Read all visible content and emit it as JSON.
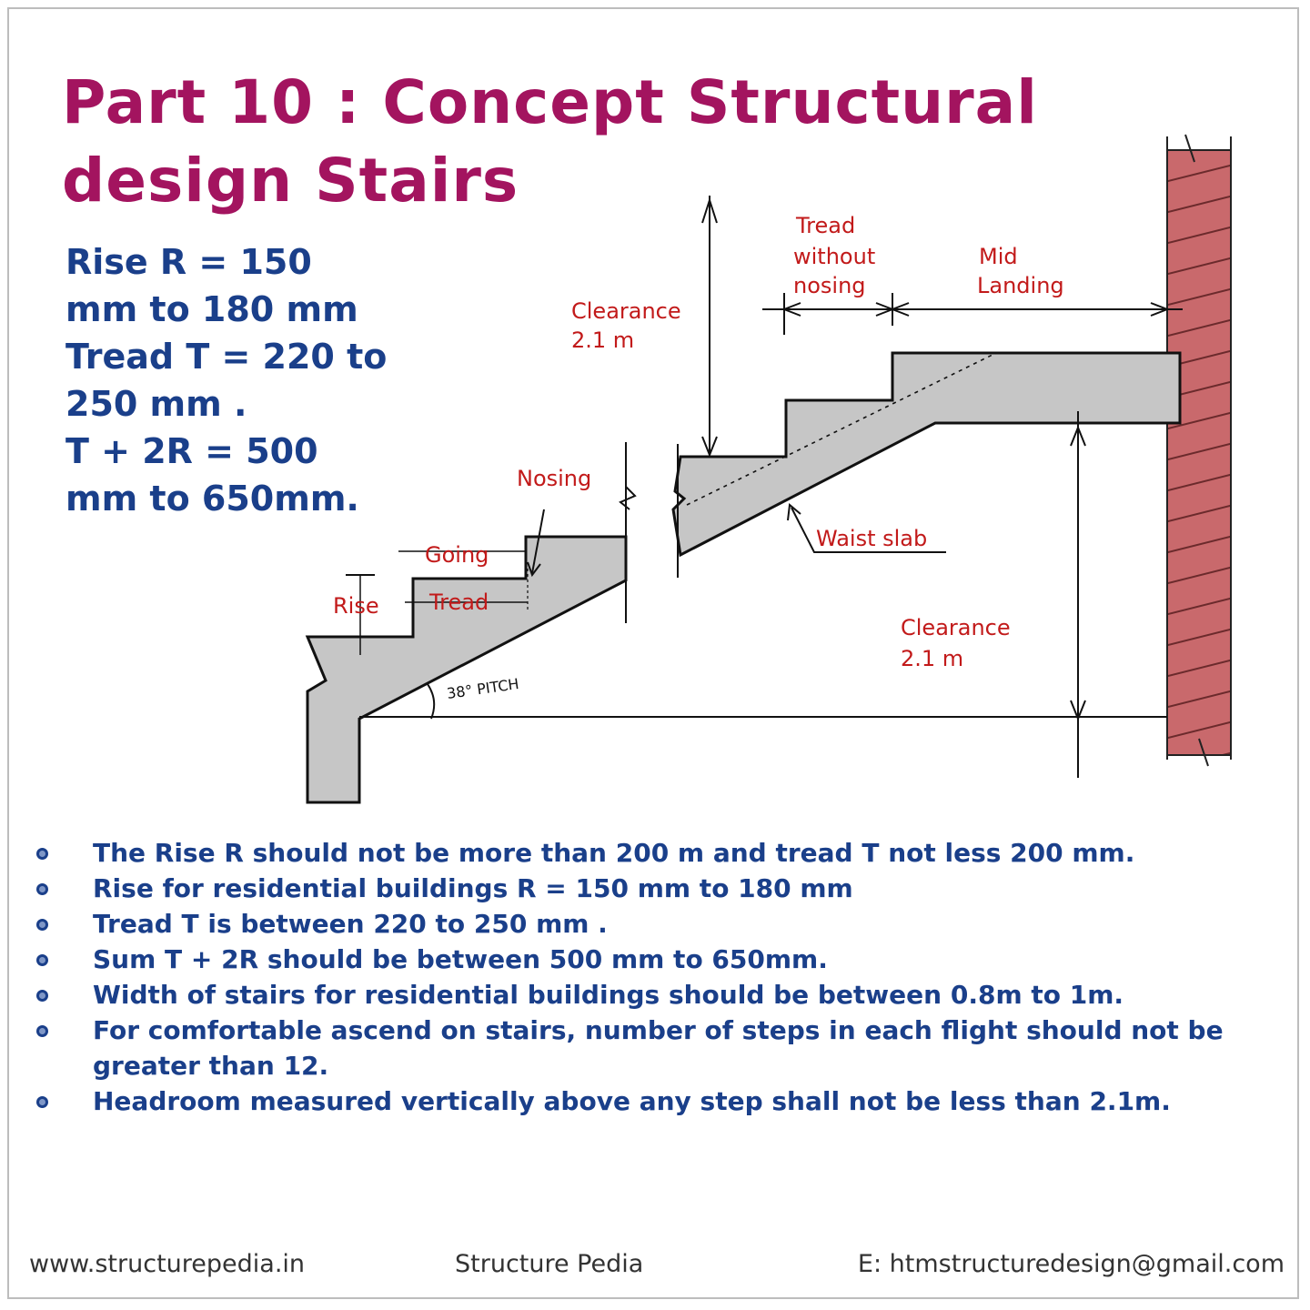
{
  "title": {
    "line1": "Part 10 : Concept Structural",
    "line2": "design Stairs"
  },
  "specs": [
    "Rise R = 150",
    "mm to 180 mm",
    "Tread T = 220 to",
    "250 mm .",
    "T + 2R = 500",
    "mm to 650mm."
  ],
  "diagram": {
    "labels": {
      "clearance_top": "Clearance",
      "clearance_top_value": "2.1 m",
      "tread_without_nosing_1": "Tread",
      "tread_without_nosing_2": "without",
      "tread_without_nosing_3": "nosing",
      "mid_landing_1": "Mid",
      "mid_landing_2": "Landing",
      "nosing": "Nosing",
      "going": "Going",
      "rise": "Rise",
      "tread": "Tread",
      "waist_slab": "Waist slab",
      "pitch": "38° PITCH",
      "clearance_bottom": "Clearance",
      "clearance_bottom_value": "2.1 m"
    },
    "colors": {
      "concrete": "#c6c6c6",
      "wall": "#c9696c",
      "label": "#c21a1a"
    }
  },
  "notes": [
    "The Rise R should not be more than 200 m and tread T not less 200 mm.",
    "Rise for residential buildings R = 150 mm to 180 mm",
    "Tread T is between 220 to 250 mm .",
    "Sum T + 2R should be between 500 mm to 650mm.",
    "Width of stairs for residential buildings should be between 0.8m to 1m.",
    "For comfortable ascend on stairs, number of steps in each flight should not be greater than 12.",
    "Headroom measured vertically above any step shall not be less than 2.1m."
  ],
  "footer": {
    "website": "www.structurepedia.in",
    "brand": "Structure Pedia",
    "email": "E: htmstructuredesign@gmail.com"
  }
}
